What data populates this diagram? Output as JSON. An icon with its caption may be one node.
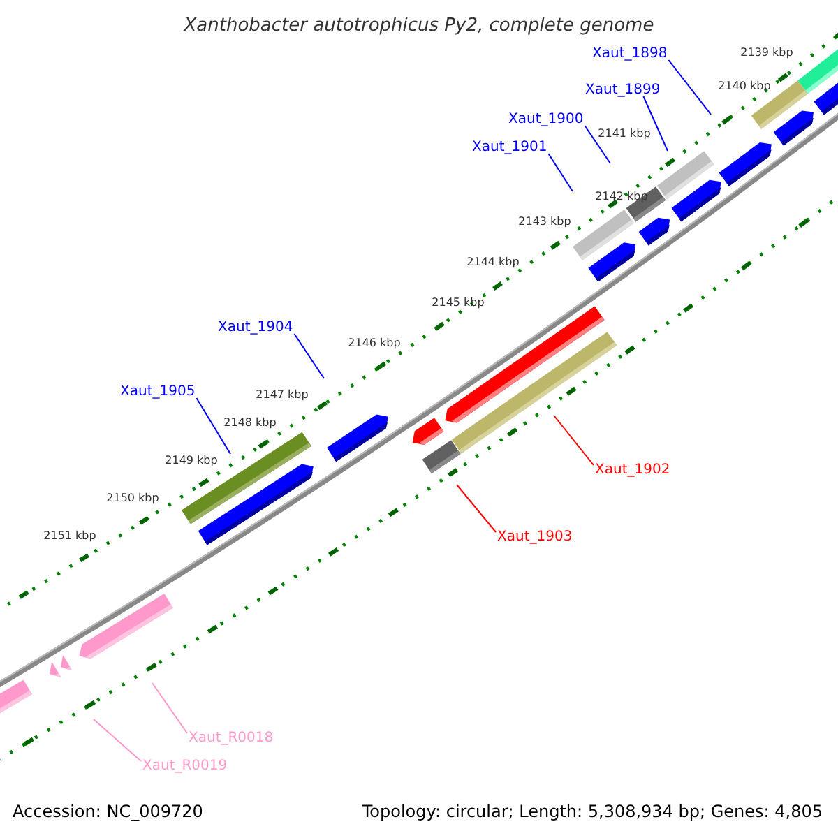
{
  "diagram": {
    "title": "Xanthobacter autotrophicus Py2, complete genome",
    "nodes": [
      {
        "text": [
          "Xaut_1898"
        ]
      },
      {
        "text": [
          "Xaut_1899"
        ]
      },
      {
        "text": [
          "Xaut_1900"
        ]
      },
      {
        "text": [
          "Xaut_1901"
        ]
      },
      {
        "text": [
          "Xaut_1904"
        ]
      },
      {
        "text": [
          "Xaut_1905"
        ]
      },
      {
        "text": [
          "Xaut_1902"
        ]
      },
      {
        "text": [
          "Xaut_1903"
        ]
      },
      {
        "text": [
          "Xaut_R0018"
        ]
      },
      {
        "text": [
          "Xaut_R0019"
        ]
      }
    ],
    "edges": [
      {
        "from": 0,
        "to": null,
        "arrow": "none"
      },
      {
        "from": 1,
        "to": null,
        "arrow": "none"
      },
      {
        "from": 2,
        "to": null,
        "arrow": "none"
      },
      {
        "from": 3,
        "to": null,
        "arrow": "none"
      },
      {
        "from": 4,
        "to": null,
        "arrow": "none"
      },
      {
        "from": 5,
        "to": null,
        "arrow": "none"
      },
      {
        "from": 6,
        "to": null,
        "arrow": "none",
        "color": "#ff0000"
      },
      {
        "from": 7,
        "to": null,
        "arrow": "none",
        "color": "#ff0000"
      },
      {
        "from": 8,
        "to": null,
        "arrow": "none",
        "color": "#ff99cc"
      },
      {
        "from": 9,
        "to": null,
        "arrow": "none",
        "color": "#ff99cc"
      }
    ],
    "labels": [
      "2139 kbp",
      "2140 kbp",
      "2141 kbp",
      "2142 kbp",
      "2143 kbp",
      "2144 kbp",
      "2145 kbp",
      "2146 kbp",
      "2147 kbp",
      "2148 kbp",
      "2149 kbp",
      "2150 kbp",
      "2151 kbp",
      "Accession: NC_009720",
      "Topology: circular; Length: 5,308,934 bp; Genes: 4,805"
    ]
  }
}
